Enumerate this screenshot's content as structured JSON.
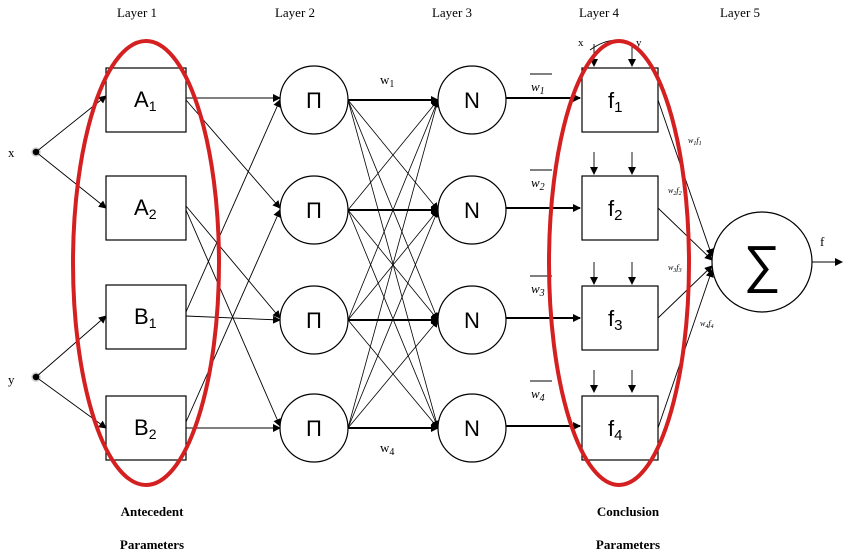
{
  "layers": [
    "Layer 1",
    "Layer 2",
    "Layer 3",
    "Layer 4",
    "Layer 5"
  ],
  "inputs": {
    "x": "x",
    "y": "y"
  },
  "layer1_nodes": [
    {
      "main": "A",
      "sub": "1"
    },
    {
      "main": "A",
      "sub": "2"
    },
    {
      "main": "B",
      "sub": "1"
    },
    {
      "main": "B",
      "sub": "2"
    }
  ],
  "product_symbol": "Π",
  "norm_symbol": "N",
  "weights": [
    {
      "main": "w",
      "sub": "1"
    },
    {
      "main": "w",
      "sub": "4"
    }
  ],
  "norm_weights": [
    {
      "main": "w",
      "sub": "1"
    },
    {
      "main": "w",
      "sub": "2"
    },
    {
      "main": "w",
      "sub": "3"
    },
    {
      "main": "w",
      "sub": "4"
    }
  ],
  "layer4_nodes": [
    {
      "main": "f",
      "sub": "1"
    },
    {
      "main": "f",
      "sub": "2"
    },
    {
      "main": "f",
      "sub": "3"
    },
    {
      "main": "f",
      "sub": "4"
    }
  ],
  "layer4_inputs": {
    "x": "x",
    "y": "y"
  },
  "products": [
    {
      "w": "w",
      "ws": "1",
      "f": "f",
      "fs": "1"
    },
    {
      "w": "w",
      "ws": "2",
      "f": "f",
      "fs": "2"
    },
    {
      "w": "w",
      "ws": "3",
      "f": "f",
      "fs": "3"
    },
    {
      "w": "w",
      "ws": "4",
      "f": "f",
      "fs": "4"
    }
  ],
  "sum_symbol": "∑",
  "output": "f",
  "captions": {
    "antecedent_1": "Antecedent",
    "antecedent_2": "Parameters",
    "conclusion_1": "Conclusion",
    "conclusion_2": "Parameters"
  },
  "colors": {
    "highlight": "#d42020",
    "line": "#000000"
  }
}
